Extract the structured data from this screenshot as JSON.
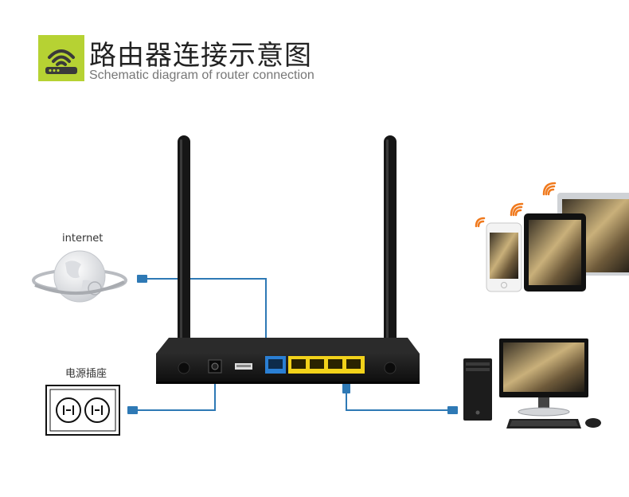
{
  "header": {
    "title": "路由器连接示意图",
    "subtitle": "Schematic diagram of router connection",
    "icon": "wifi-router-icon",
    "accent_color": "#b6d233"
  },
  "nodes": {
    "internet": {
      "label": "internet",
      "icon": "globe-icon"
    },
    "power_socket": {
      "label": "电源插座",
      "icon": "power-outlet-icon"
    },
    "router": {
      "icon": "router-icon",
      "ports": [
        "WAN",
        "LAN1",
        "LAN2",
        "LAN3",
        "LAN4"
      ]
    },
    "wireless_devices": {
      "icon": "mobile-devices-icon"
    },
    "desktop_pc": {
      "icon": "desktop-computer-icon"
    }
  },
  "colors": {
    "cable": "#2e79b5",
    "router_body": "#1a1a1a",
    "wan_port": "#2a7fd4",
    "lan_port": "#f2d21a",
    "wifi_signal": "#f07a1e"
  }
}
